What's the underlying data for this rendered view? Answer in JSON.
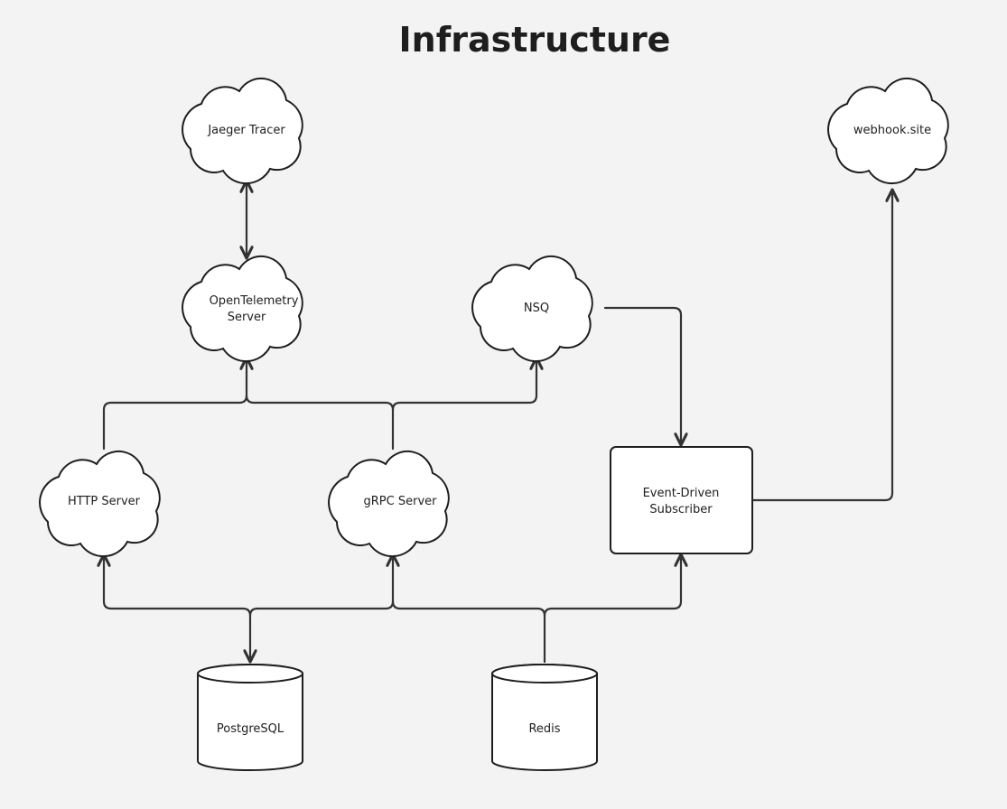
{
  "title": "Infrastructure",
  "nodes": {
    "jaeger": {
      "label": "Jaeger Tracer"
    },
    "webhook": {
      "label": "webhook.site"
    },
    "otel": {
      "line1": "OpenTelemetry",
      "line2": "Server"
    },
    "nsq": {
      "label": "NSQ"
    },
    "http": {
      "label": "HTTP Server"
    },
    "grpc": {
      "label": "gRPC Server"
    },
    "subscriber": {
      "line1": "Event-Driven",
      "line2": "Subscriber"
    },
    "postgres": {
      "label": "PostgreSQL"
    },
    "redis": {
      "label": "Redis"
    }
  },
  "colors": {
    "background": "#f3f3f3",
    "stroke": "#1e1e1e",
    "fill": "#ffffff"
  }
}
